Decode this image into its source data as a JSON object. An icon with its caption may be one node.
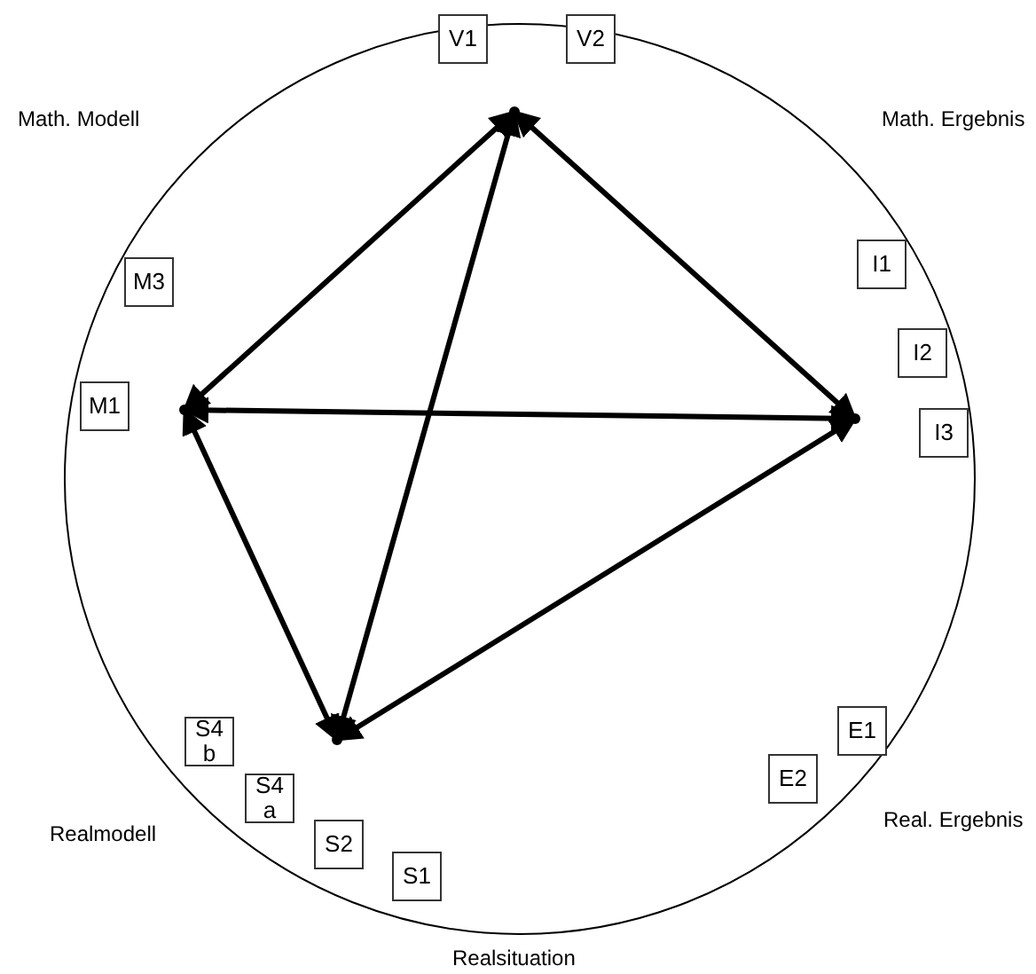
{
  "diagram": {
    "nodes": [
      {
        "text": [],
        "shape": "circle"
      },
      {
        "text": [
          "V1"
        ]
      },
      {
        "text": [
          "V2"
        ]
      },
      {
        "text": [
          "M3"
        ],
        "in": 0
      },
      {
        "text": [
          "I1"
        ],
        "in": 0
      },
      {
        "text": [
          "I2"
        ],
        "in": 0
      },
      {
        "text": [
          "M1"
        ],
        "in": 0
      },
      {
        "text": [
          "I3"
        ],
        "in": 0
      },
      {
        "text": [
          "E1"
        ],
        "in": 0
      },
      {
        "text": [
          "S4 b"
        ],
        "in": 0
      },
      {
        "text": [
          "E2"
        ],
        "in": 0
      },
      {
        "text": [
          "S4 a"
        ],
        "in": 0
      },
      {
        "text": [
          "S2"
        ],
        "in": 0
      },
      {
        "text": [
          "S1"
        ],
        "in": 0
      },
      {
        "text": [],
        "shape": "point",
        "in": 0
      },
      {
        "text": [],
        "shape": "point",
        "in": 0
      },
      {
        "text": [],
        "shape": "point",
        "in": 0
      },
      {
        "text": [],
        "shape": "point",
        "in": 0
      }
    ],
    "edges": [
      {
        "from": 14,
        "to": 15,
        "arrow": "both"
      },
      {
        "from": 14,
        "to": 16,
        "arrow": "both"
      },
      {
        "from": 14,
        "to": 17,
        "arrow": "both"
      },
      {
        "from": 15,
        "to": 16,
        "arrow": "both"
      },
      {
        "from": 15,
        "to": 17,
        "arrow": "both"
      },
      {
        "from": 17,
        "to": 16,
        "arrow": "both"
      }
    ],
    "labels": [
      "Math. Modell",
      "Math. Ergebnis",
      "Real. Ergebnis",
      "Realmodell",
      "Realsituation"
    ]
  }
}
